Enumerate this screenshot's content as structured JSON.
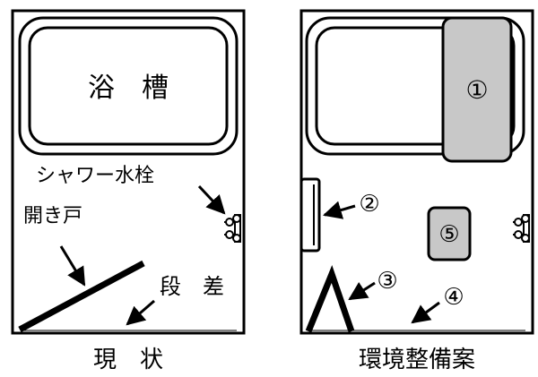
{
  "panels": {
    "current": {
      "caption": "現　状",
      "bathtub_label": "浴　槽",
      "faucet_label": "シャワー水栓",
      "door_label": "開き戸",
      "step_label": "段　差"
    },
    "proposal": {
      "caption": "環境整備案",
      "markers": [
        "①",
        "②",
        "③",
        "④",
        "⑤"
      ]
    }
  },
  "colors": {
    "line": "#000000",
    "fill_gray": "#c8c8c8",
    "background": "#ffffff"
  }
}
